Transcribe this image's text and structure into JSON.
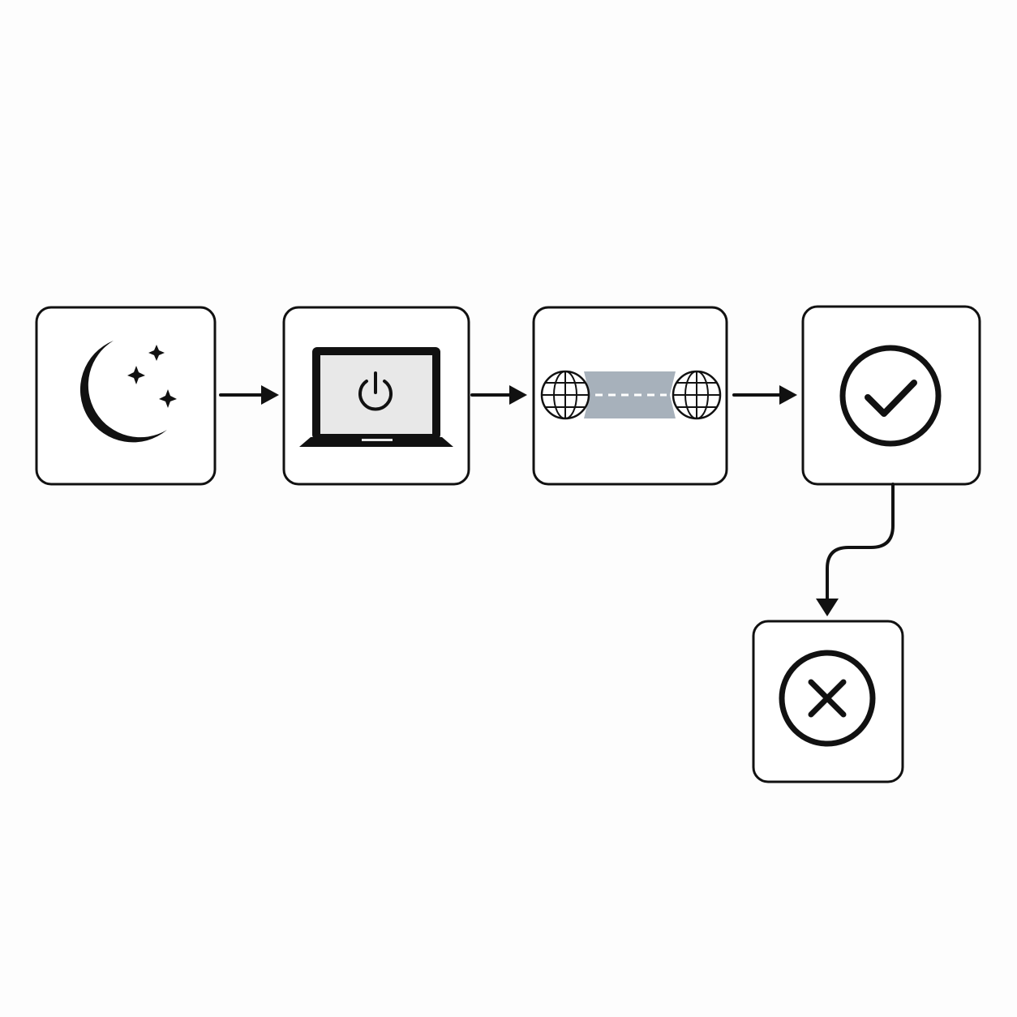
{
  "diagram": {
    "type": "flow",
    "nodes": [
      {
        "id": "sleep",
        "icon": "moon-stars-icon",
        "label": ""
      },
      {
        "id": "wake",
        "icon": "laptop-power-icon",
        "label": ""
      },
      {
        "id": "network",
        "icon": "globe-link-icon",
        "label": ""
      },
      {
        "id": "success",
        "icon": "check-circle-icon",
        "label": ""
      },
      {
        "id": "failure",
        "icon": "x-circle-icon",
        "label": ""
      }
    ],
    "edges": [
      {
        "from": "sleep",
        "to": "wake"
      },
      {
        "from": "wake",
        "to": "network"
      },
      {
        "from": "network",
        "to": "success"
      },
      {
        "from": "success",
        "to": "failure"
      }
    ]
  },
  "colors": {
    "stroke": "#111111",
    "box_fill": "#ffffff",
    "background": "#fdfdfd",
    "screen_fill": "#e8e8e8",
    "link_fill": "#a7b1bb"
  }
}
